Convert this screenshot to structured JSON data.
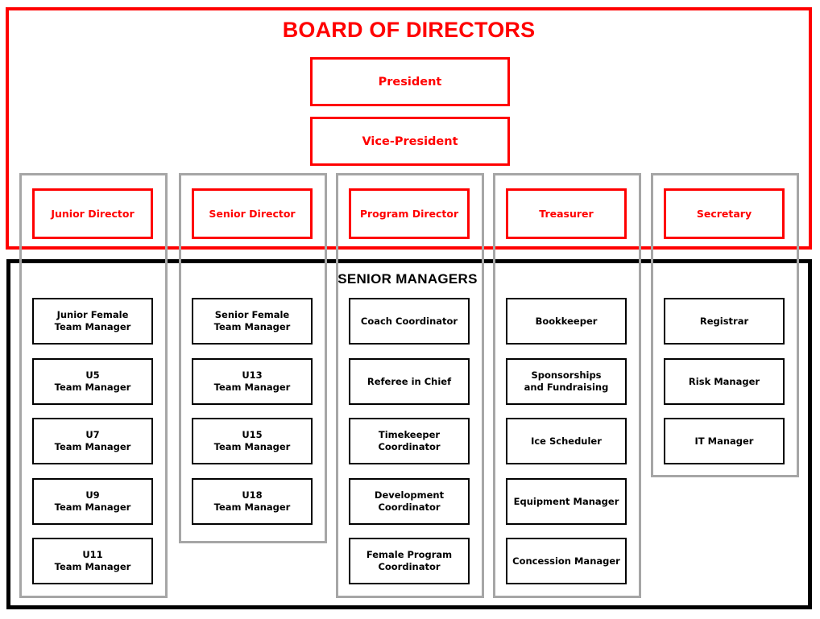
{
  "colors": {
    "board_red": "#ff0000",
    "manager_black": "#000000",
    "column_gray": "#a6a6a6",
    "background": "#ffffff"
  },
  "board": {
    "title": "BOARD OF DIRECTORS",
    "executives": [
      {
        "label": "President"
      },
      {
        "label": "Vice-President"
      }
    ],
    "directors": [
      {
        "label": "Junior Director"
      },
      {
        "label": "Senior Director"
      },
      {
        "label": "Program Director"
      },
      {
        "label": "Treasurer"
      },
      {
        "label": "Secretary"
      }
    ]
  },
  "managers": {
    "title": "SENIOR MANAGERS",
    "columns": [
      {
        "under": "Junior Director",
        "items": [
          {
            "line1": "Junior Female",
            "line2": "Team Manager"
          },
          {
            "line1": "U5",
            "line2": "Team Manager"
          },
          {
            "line1": "U7",
            "line2": "Team Manager"
          },
          {
            "line1": "U9",
            "line2": "Team Manager"
          },
          {
            "line1": "U11",
            "line2": "Team Manager"
          }
        ]
      },
      {
        "under": "Senior Director",
        "items": [
          {
            "line1": "Senior Female",
            "line2": "Team Manager"
          },
          {
            "line1": "U13",
            "line2": "Team Manager"
          },
          {
            "line1": "U15",
            "line2": "Team Manager"
          },
          {
            "line1": "U18",
            "line2": "Team Manager"
          }
        ]
      },
      {
        "under": "Program Director",
        "items": [
          {
            "line1": "Coach Coordinator",
            "line2": ""
          },
          {
            "line1": "Referee in Chief",
            "line2": ""
          },
          {
            "line1": "Timekeeper",
            "line2": "Coordinator"
          },
          {
            "line1": "Development",
            "line2": "Coordinator"
          },
          {
            "line1": "Female Program",
            "line2": "Coordinator"
          }
        ]
      },
      {
        "under": "Treasurer",
        "items": [
          {
            "line1": "Bookkeeper",
            "line2": ""
          },
          {
            "line1": "Sponsorships",
            "line2": "and Fundraising"
          },
          {
            "line1": "Ice Scheduler",
            "line2": ""
          },
          {
            "line1": "Equipment Manager",
            "line2": ""
          },
          {
            "line1": "Concession Manager",
            "line2": ""
          }
        ]
      },
      {
        "under": "Secretary",
        "items": [
          {
            "line1": "Registrar",
            "line2": ""
          },
          {
            "line1": "Risk Manager",
            "line2": ""
          },
          {
            "line1": "IT Manager",
            "line2": ""
          }
        ]
      }
    ]
  }
}
